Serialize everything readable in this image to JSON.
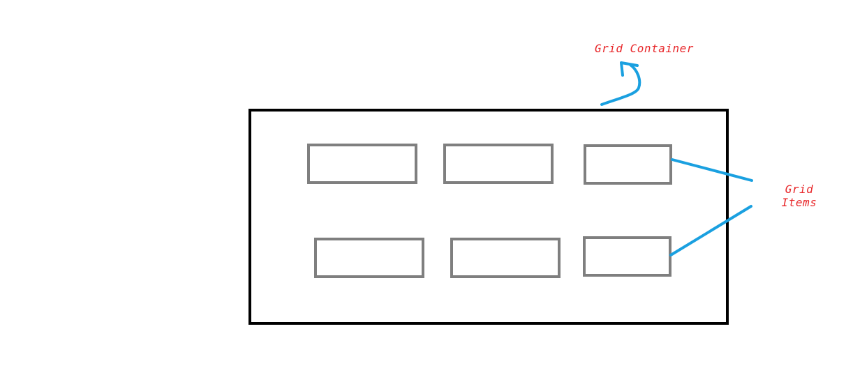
{
  "diagram": {
    "container_label": "Grid Container",
    "items_label_line1": "Grid",
    "items_label_line2": "Items",
    "colors": {
      "container_border": "#000000",
      "item_border": "#7f7f7f",
      "label_text": "#e8282b",
      "arrow": "#1aa0e0"
    },
    "item_count": 6
  }
}
